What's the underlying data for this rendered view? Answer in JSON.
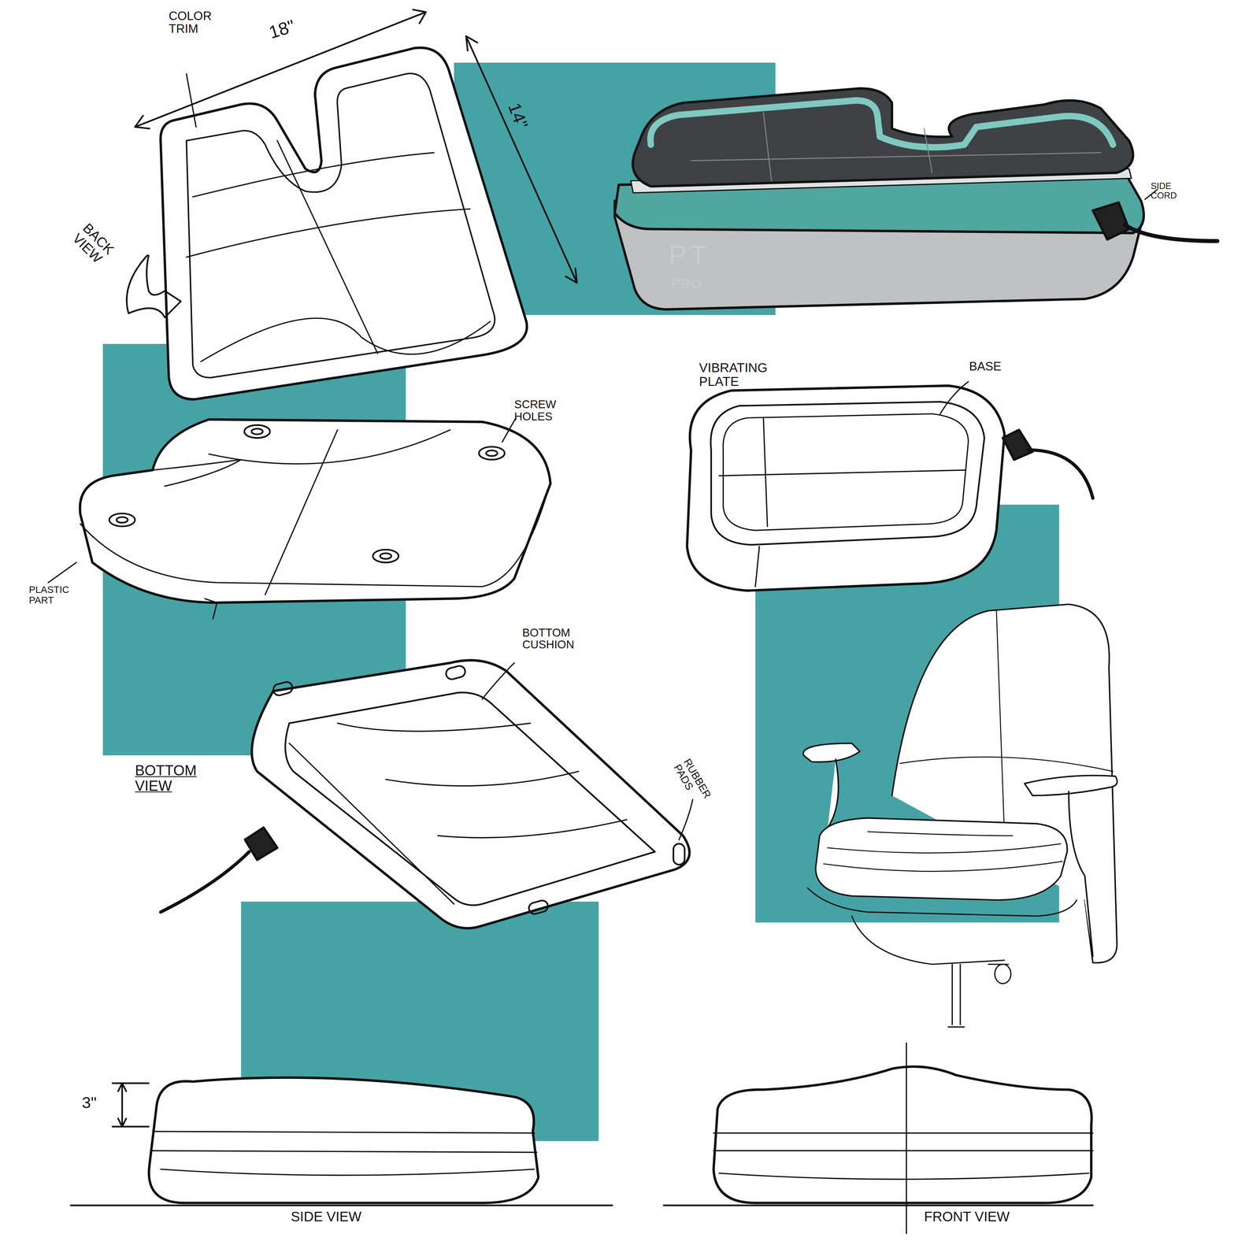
{
  "diagram": {
    "labels": [
      "COLOR TRIM",
      "18\"",
      "14\"",
      "BACK VIEW",
      "PT",
      "PRO",
      "SIDE CORD",
      "VIBRATING PLATE",
      "BASE",
      "SCREW HOLES",
      "PLASTIC PART",
      "BOTTOM CUSHION",
      "BOTTOM VIEW",
      "RUBBER PADS",
      "3\"",
      "SIDE VIEW",
      "FRONT VIEW"
    ]
  }
}
